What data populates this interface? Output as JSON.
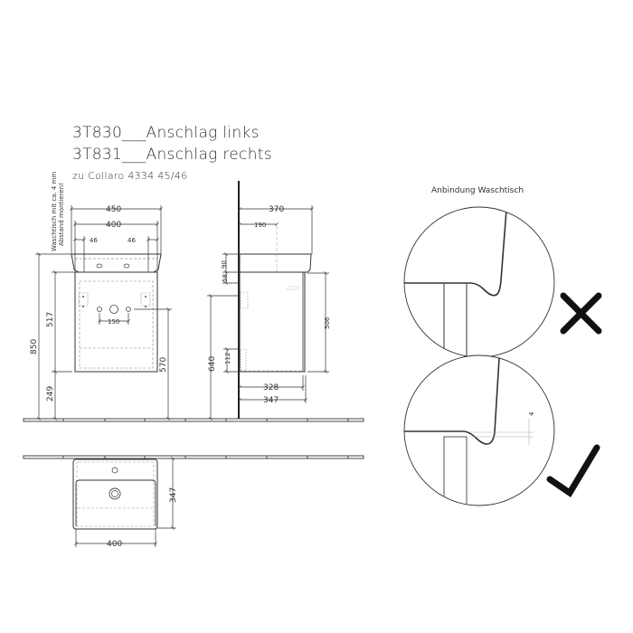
{
  "header": {
    "line1": "3T830___Anschlag links",
    "line2": "3T831___Anschlag rechts",
    "line3": "zu Collaro 4334 45/46"
  },
  "front_view": {
    "note_line1": "Waschtisch mit ca. 4 mm",
    "note_line2": "Abstand montieren!",
    "dims": {
      "width_basin": "450",
      "width_cabinet": "400",
      "offset_left": "46",
      "offset_right": "46",
      "hole_spacing": "150",
      "total_height": "850",
      "cabinet_height": "517",
      "floor_clearance": "249",
      "drain_height": "570"
    }
  },
  "side_view": {
    "dims": {
      "depth_basin": "370",
      "depth_center": "190",
      "basin_rim": "90",
      "gap": "58",
      "drain_height": "640",
      "cabinet_height": "506",
      "bottom_offset": "112",
      "depth_inner": "328",
      "depth_outer": "347"
    }
  },
  "top_view": {
    "dims": {
      "width": "400",
      "depth": "347"
    }
  },
  "detail": {
    "title": "Anbindung Waschtisch",
    "gap_label": "4",
    "wrong_icon": "cross-icon",
    "right_icon": "checkmark-icon"
  }
}
